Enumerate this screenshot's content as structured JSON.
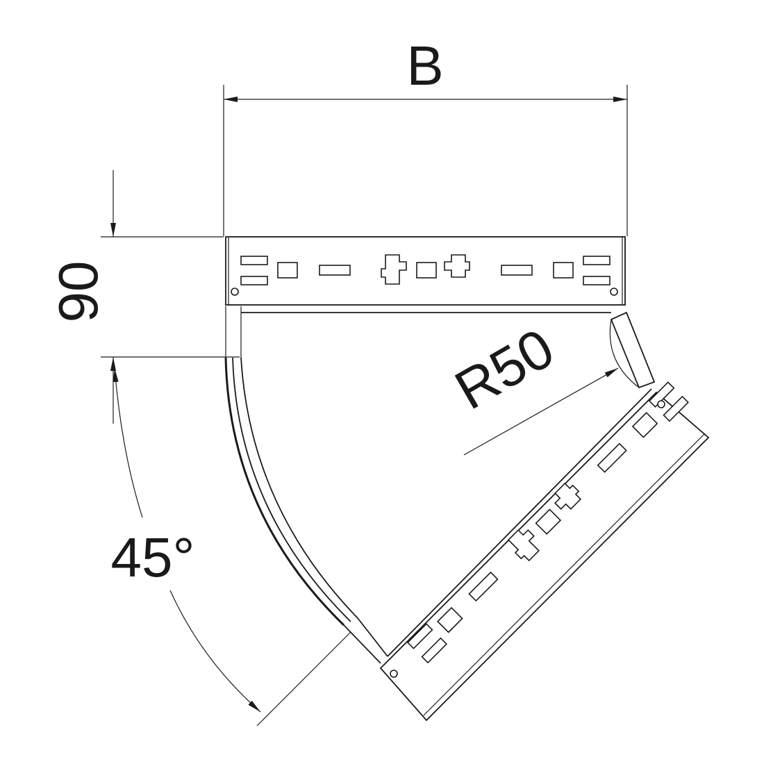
{
  "dimensions": {
    "width_label": "B",
    "height_label": "90",
    "radius_label": "R50",
    "angle_label": "45°"
  },
  "colors": {
    "line": "#1a1a1a",
    "background": "#ffffff"
  }
}
